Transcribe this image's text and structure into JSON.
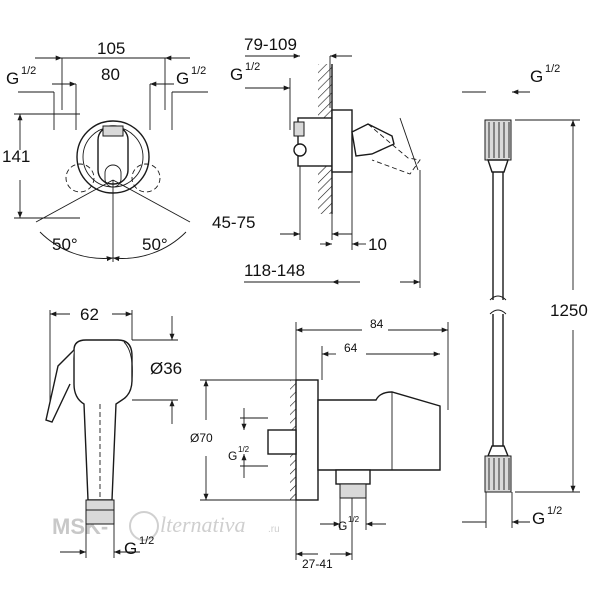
{
  "drawing": {
    "mixer_front": {
      "width_outer": "105",
      "width_inner": "80",
      "height": "141",
      "angle_left": "50°",
      "angle_right": "50°",
      "thread_label": "G",
      "thread_frac": "1/2"
    },
    "mixer_side": {
      "depth": "79-109",
      "wall_offset": "45-75",
      "plate": "10",
      "total": "118-148",
      "thread_label": "G",
      "thread_frac": "1/2"
    },
    "hose": {
      "length": "1250",
      "thread_label": "G",
      "thread_frac": "1/2"
    },
    "handshower": {
      "length": "62",
      "diameter": "Ø36",
      "thread_label": "G",
      "thread_frac": "1/2"
    },
    "elbow": {
      "width": "84",
      "inner": "64",
      "diameter": "Ø70",
      "range": "27-41",
      "thread_label": "G",
      "thread_frac": "1/2"
    }
  },
  "watermark": {
    "prefix": "MSK-",
    "script": "lternativa",
    "suffix": ".ru"
  }
}
